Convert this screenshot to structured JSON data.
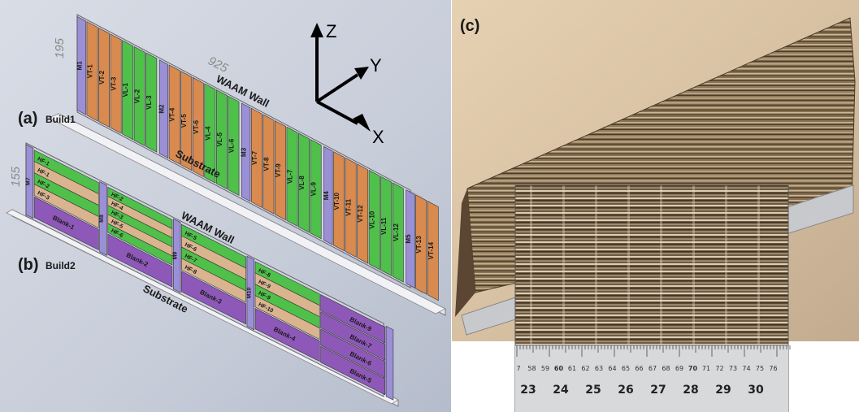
{
  "panel_a": {
    "tag": "(a)",
    "build": "Build1",
    "wall_label": "WAAM Wall",
    "substrate_label": "Substrate",
    "height_dim": "195",
    "length_dim": "925",
    "markers": [
      "M1",
      "M2",
      "M3",
      "M4",
      "M5"
    ],
    "groups": [
      {
        "orange": [
          "VT-1",
          "VT-2",
          "VT-3"
        ],
        "green": [
          "VL-1",
          "VL-2",
          "VL-3"
        ]
      },
      {
        "orange": [
          "VT-4",
          "VT-5",
          "VT-6"
        ],
        "green": [
          "VL-4",
          "VL-5",
          "VL-6"
        ]
      },
      {
        "orange": [
          "VT-7",
          "VT-8",
          "VT-9"
        ],
        "green": [
          "VL-7",
          "VL-8",
          "VL-9"
        ]
      },
      {
        "orange": [
          "VT-10",
          "VT-11",
          "VT-12"
        ],
        "green": [
          "VL-10",
          "VL-11",
          "VL-12"
        ]
      },
      {
        "orange": [
          "VT-13",
          "VT-14"
        ],
        "green": []
      }
    ]
  },
  "panel_b": {
    "tag": "(b)",
    "build": "Build2",
    "wall_label": "WAAM Wall",
    "substrate_label": "Substrate",
    "height_dim": "155",
    "markers": [
      "M7",
      "M8",
      "M9",
      "M10"
    ],
    "blocks": [
      {
        "labels": [
          "HF-1",
          "HF-1",
          "HF-2",
          "HF-3"
        ],
        "blank": "Blank-1"
      },
      {
        "labels": [
          "HF-2",
          "HF-4",
          "HF-3",
          "HF-5",
          "HF-6"
        ],
        "blank": "Blank-2"
      },
      {
        "labels": [
          "HF-5",
          "HF-6",
          "HF-7",
          "HF-8"
        ],
        "blank": "Blank-3"
      },
      {
        "labels": [
          "HF-8",
          "HF-9",
          "HF-9",
          "HF-10"
        ],
        "blank": "Blank-4"
      }
    ],
    "right_blanks": [
      "Blank-9",
      "Blank-7",
      "Blank-6",
      "Blank-5"
    ]
  },
  "axes": {
    "z": "Z",
    "y": "Y",
    "x": "X"
  },
  "panel_c": {
    "tag": "(c)",
    "ruler_big": [
      "23",
      "24",
      "25",
      "26",
      "27",
      "28",
      "29",
      "30"
    ],
    "ruler_small": [
      "7",
      "58",
      "59",
      "60",
      "61",
      "62",
      "63",
      "64",
      "65",
      "66",
      "67",
      "68",
      "69",
      "70",
      "71",
      "72",
      "73",
      "74",
      "75",
      "76"
    ]
  },
  "colors": {
    "orange": "#d98a4e",
    "green": "#4fc04a",
    "purple": "#8e58b8",
    "lavender": "#9b8fd6",
    "wall": "#d6d6e6",
    "tan": "#d9b48f"
  }
}
